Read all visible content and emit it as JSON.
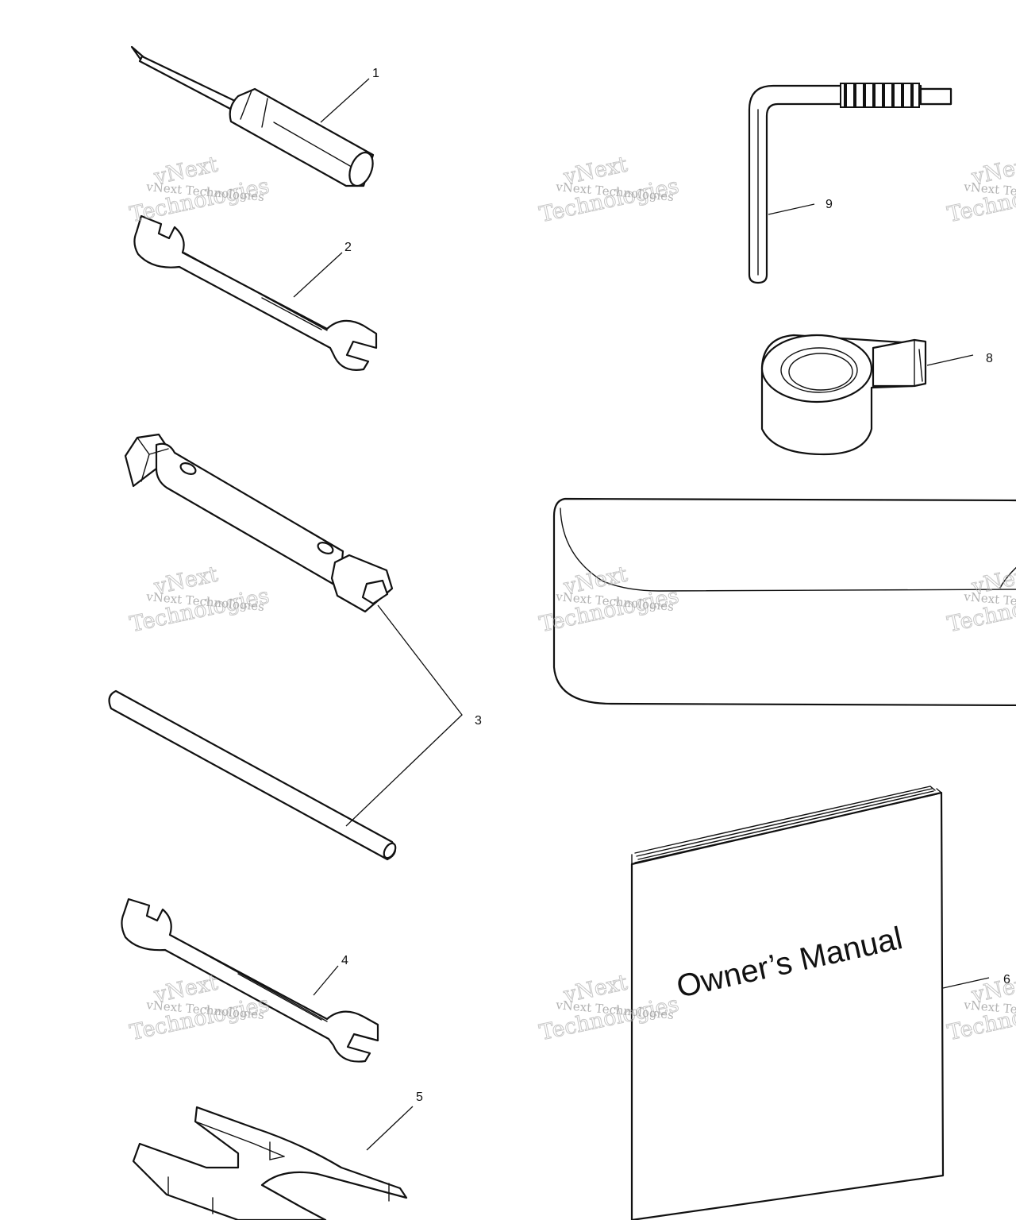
{
  "diagram": {
    "callouts": [
      "1",
      "2",
      "3",
      "4",
      "5",
      "6",
      "8",
      "9"
    ],
    "manual_cover_title": "Owner’s Manual",
    "parts": [
      {
        "ref": "1",
        "icon": "screwdriver-icon"
      },
      {
        "ref": "2",
        "icon": "open-end-wrench-icon"
      },
      {
        "ref": "3",
        "icon": "spark-plug-socket-wrench-icon"
      },
      {
        "ref": "4",
        "icon": "open-end-wrench-icon"
      },
      {
        "ref": "5",
        "icon": "spanner-wrench-icon"
      },
      {
        "ref": "6",
        "icon": "owners-manual-icon"
      },
      {
        "ref": "8",
        "icon": "tape-roll-icon"
      },
      {
        "ref": "9",
        "icon": "hex-key-icon"
      }
    ],
    "unlabeled_parts": [
      "tool-pouch-icon"
    ]
  },
  "watermark": {
    "company": "vNext Technologies",
    "logo_words": [
      "vNext",
      "Technologies"
    ]
  }
}
